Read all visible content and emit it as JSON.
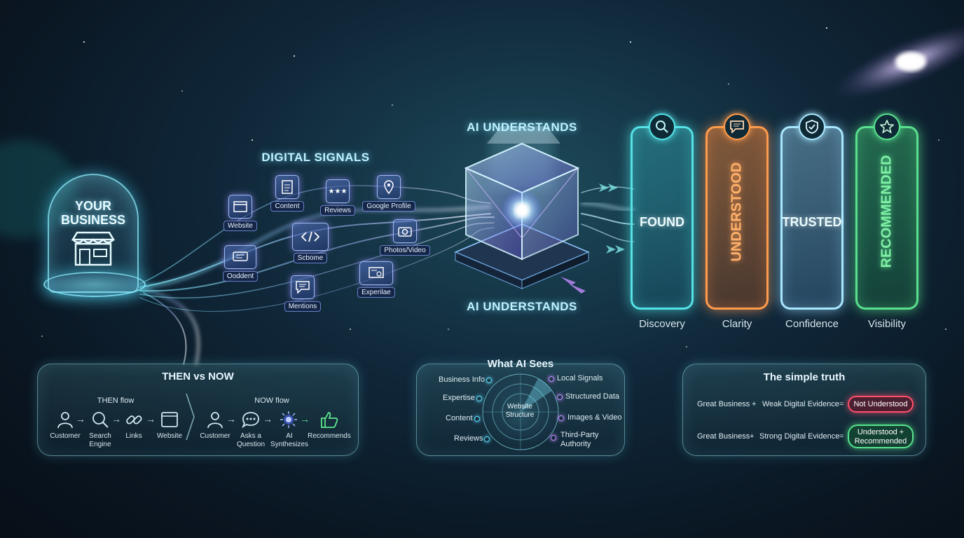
{
  "business": {
    "line1": "YOUR",
    "line2": "BUSINESS"
  },
  "signals": {
    "title": "DIGITAL SIGNALS",
    "items": [
      {
        "label": "Website",
        "icon": "browser-window-icon"
      },
      {
        "label": "Content",
        "icon": "document-icon"
      },
      {
        "label": "Reviews",
        "icon": "stars-icon"
      },
      {
        "label": "Google Profile",
        "icon": "map-pin-icon"
      },
      {
        "label": "Scbome",
        "icon": "code-icon"
      },
      {
        "label": "Photos/Video",
        "icon": "camera-icon"
      },
      {
        "label": "Ooddent",
        "icon": "chat-card-icon"
      },
      {
        "label": "Mentions",
        "icon": "speech-bubble-icon"
      },
      {
        "label": "Experilae",
        "icon": "certificate-icon"
      }
    ]
  },
  "ai": {
    "top_label": "AI UNDERSTANDS",
    "bottom_label": "AI UNDERSTANDS"
  },
  "columns": [
    {
      "label": "FOUND",
      "caption": "Discovery",
      "color": "#54e2e6",
      "icon": "search-icon"
    },
    {
      "label": "UNDERSTOOD",
      "caption": "Clarity",
      "color": "#ff9c4c",
      "icon": "chat-icon"
    },
    {
      "label": "TRUSTED",
      "caption": "Confidence",
      "color": "#a9e8ff",
      "icon": "shield-check-icon"
    },
    {
      "label": "RECOMMENDED",
      "caption": "Visibility",
      "color": "#59e08e",
      "icon": "star-icon"
    }
  ],
  "then_now": {
    "title": "THEN vs NOW",
    "then_title": "THEN flow",
    "now_title": "NOW flow",
    "then_steps": [
      {
        "label": "Customer",
        "icon": "person-icon"
      },
      {
        "label": "Search\nEngine",
        "icon": "magnifier-icon"
      },
      {
        "label": "Links",
        "icon": "link-icon"
      },
      {
        "label": "Website",
        "icon": "browser-window-icon"
      }
    ],
    "now_steps": [
      {
        "label": "Customer",
        "icon": "person-icon"
      },
      {
        "label": "Asks a\nQuestion",
        "icon": "chat-dots-icon"
      },
      {
        "label": "AI\nSynthesizes",
        "icon": "ai-spark-icon"
      },
      {
        "label": "Recommends",
        "icon": "thumbs-up-icon"
      }
    ]
  },
  "what_ai_sees": {
    "title": "What AI Sees",
    "center": "Website\nStructure",
    "left": [
      "Business Info",
      "Expertise",
      "Content",
      "Reviews"
    ],
    "right": [
      "Local Signals",
      "Structured Data",
      "Images & Video",
      "Third-Party\nAuthority"
    ]
  },
  "truth": {
    "title": "The simple truth",
    "rows": [
      {
        "a": "Great Business",
        "plus": "+",
        "b": "Weak Digital Evidence",
        "eq": "=",
        "result": "Not Understood"
      },
      {
        "a": "Great Business",
        "plus": "+",
        "b": "Strong Digital Evidence",
        "eq": "=",
        "result": "Understood +\nRecommended"
      }
    ]
  }
}
